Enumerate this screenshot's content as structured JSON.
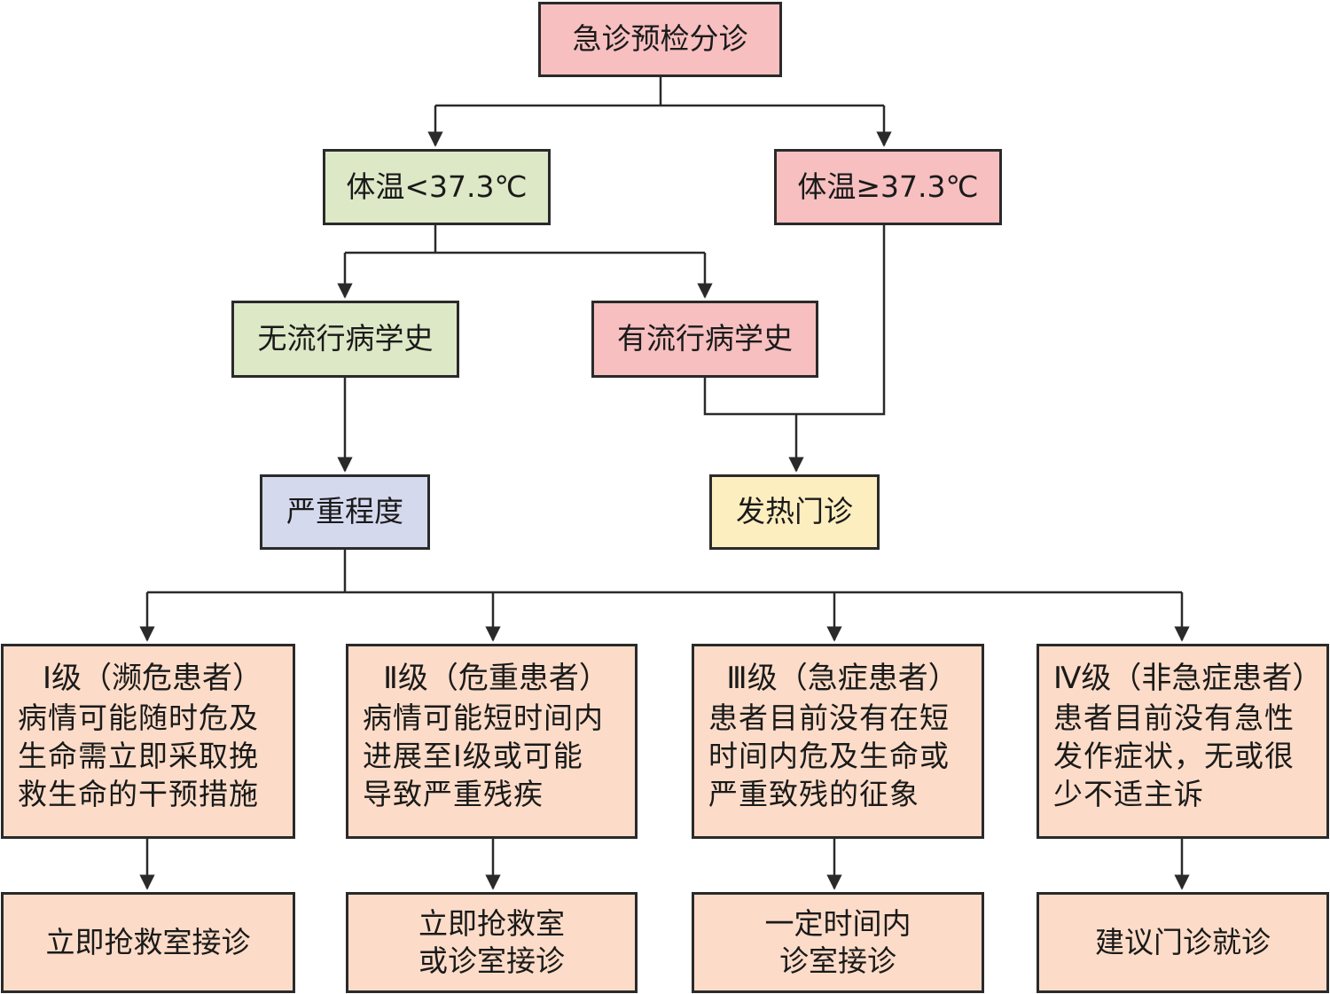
{
  "nodes": {
    "start": "急诊预检分诊",
    "temp_low": "体温<37.3℃",
    "temp_high": "体温≥37.3℃",
    "no_history": "无流行病学史",
    "has_history": "有流行病学史",
    "severity": "严重程度",
    "fever_clinic": "发热门诊"
  },
  "levels": [
    {
      "title": "Ⅰ级（濒危患者）",
      "desc": [
        "病情可能随时危及",
        "生命需立即采取挽",
        "救生命的干预措施"
      ],
      "outcome": [
        "立即抢救室接诊"
      ]
    },
    {
      "title": "Ⅱ级（危重患者）",
      "desc": [
        "病情可能短时间内",
        "进展至Ⅰ级或可能",
        "导致严重残疾"
      ],
      "outcome": [
        "立即抢救室",
        "或诊室接诊"
      ]
    },
    {
      "title": "Ⅲ级（急症患者）",
      "desc": [
        "患者目前没有在短",
        "时间内危及生命或",
        "严重致残的征象"
      ],
      "outcome": [
        "一定时间内",
        "诊室接诊"
      ]
    },
    {
      "title": "Ⅳ级（非急症患者）",
      "desc": [
        "患者目前没有急性",
        "发作症状，无或很",
        "少不适主诉"
      ],
      "outcome": [
        "建议门诊就诊"
      ]
    }
  ],
  "colors": {
    "pink": "#f7bfc0",
    "green": "#dde8c6",
    "blue": "#d5d9ee",
    "yellow": "#fdeec0",
    "peach": "#fcdcc8",
    "border": "#2a2a2a"
  }
}
